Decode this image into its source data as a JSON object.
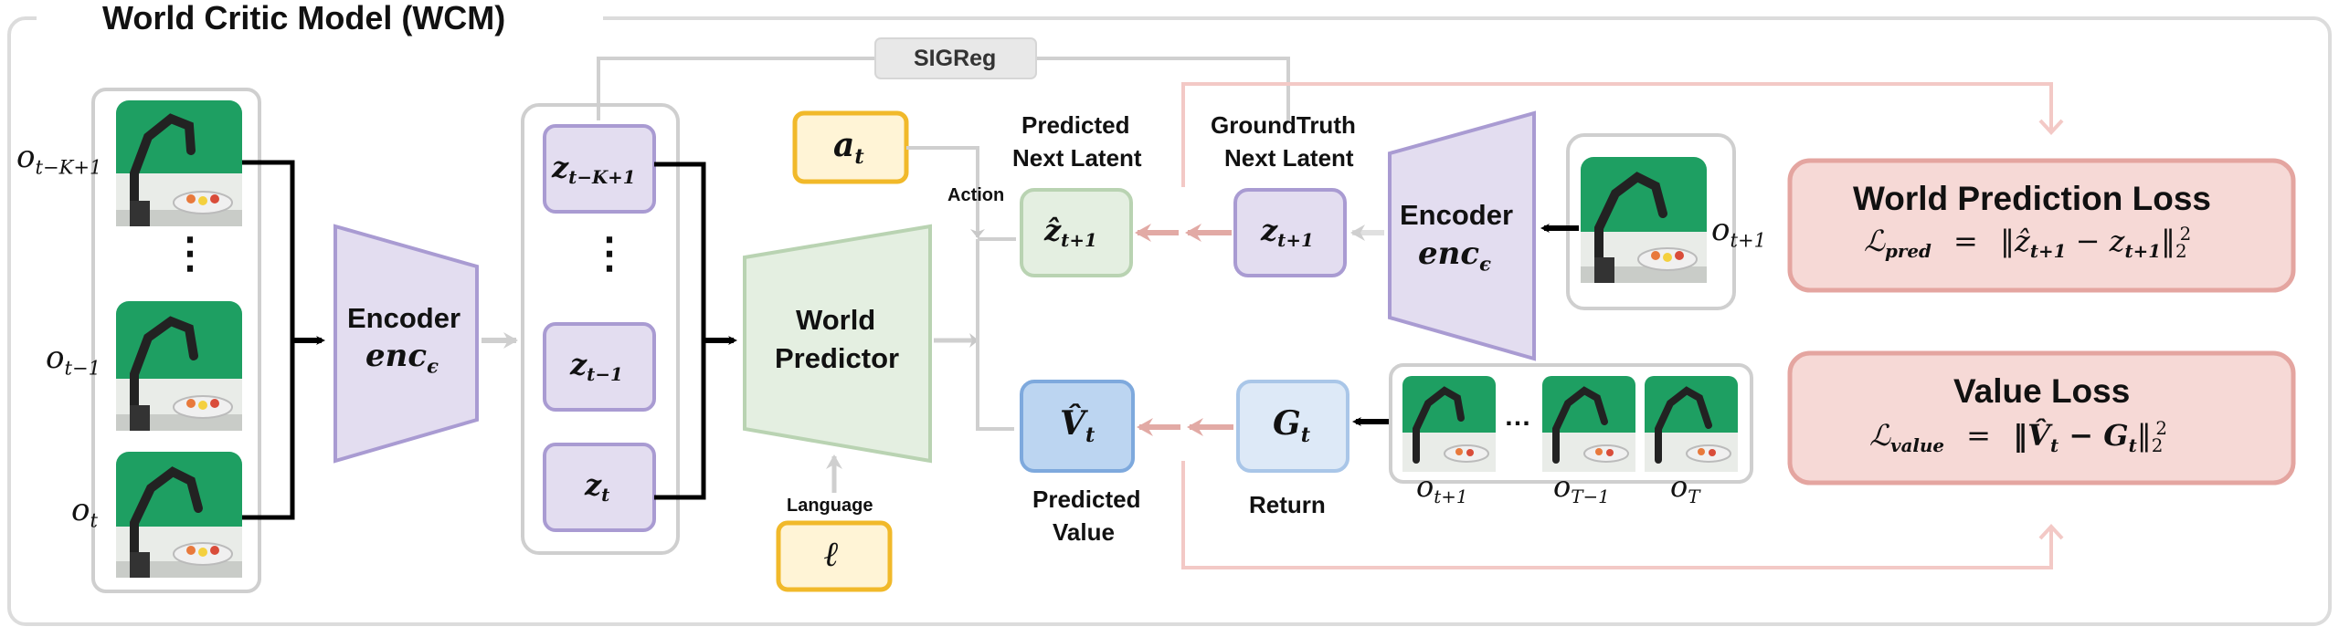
{
  "title": "World Critic Model (WCM)",
  "sigreg": "SIGReg",
  "inputs": {
    "o_top": "o",
    "o_top_sub": "t−K+1",
    "o_mid": "o",
    "o_mid_sub": "t−1",
    "o_bot": "o",
    "o_bot_sub": "t",
    "dots": "⋮"
  },
  "encoder_left": {
    "label": "Encoder",
    "sym": "enc",
    "sym_sub": "ϵ"
  },
  "latents": {
    "z_top": "z",
    "z_top_sub": "t−K+1",
    "z_mid": "z",
    "z_mid_sub": "t−1",
    "z_bot": "z",
    "z_bot_sub": "t",
    "dots": "⋮"
  },
  "action": {
    "sym": "a",
    "sub": "t",
    "label": "Action"
  },
  "language": {
    "sym": "ℓ",
    "label": "Language"
  },
  "predictor": {
    "line1": "World",
    "line2": "Predictor"
  },
  "pred_latent": {
    "caption1": "Predicted",
    "caption2": "Next Latent",
    "sym": "ẑ",
    "sub": "t+1"
  },
  "gt_latent": {
    "caption1": "GroundTruth",
    "caption2": "Next Latent",
    "sym": "z",
    "sub": "t+1"
  },
  "encoder_right": {
    "label": "Encoder",
    "sym": "enc",
    "sym_sub": "ϵ"
  },
  "obs_next": {
    "sym": "o",
    "sub": "t+1"
  },
  "pred_value": {
    "caption1": "Predicted",
    "caption2": "Value",
    "sym": "V̂",
    "sub": "t"
  },
  "return": {
    "caption": "Return",
    "sym": "G",
    "sub": "t"
  },
  "traj": {
    "l1": "o",
    "l1_sub": "t+1",
    "l2": "o",
    "l2_sub": "T−1",
    "l3": "o",
    "l3_sub": "T",
    "ellipsis": "…"
  },
  "loss_pred": {
    "title": "World Prediction Loss",
    "L": "ℒ",
    "L_sub": "pred",
    "eq": "=",
    "body": "‖ẑ",
    "body_sub": "t+1",
    "minus": " − z",
    "z_sub": "t+1",
    "close": "‖",
    "pow": "2",
    "norm_sub": "2"
  },
  "loss_value": {
    "title": "Value Loss",
    "L": "ℒ",
    "L_sub": "value",
    "eq": "=",
    "body": "‖V̂",
    "body_sub": "t",
    "minus": " − G",
    "g_sub": "t",
    "close": "‖",
    "pow": "2",
    "norm_sub": "2"
  },
  "colors": {
    "purple_fill": "#e3ddf0",
    "purple_stroke": "#a99bd2",
    "green_fill": "#e4efe1",
    "green_stroke": "#b9d3b2",
    "blue_fill": "#bcd5f1",
    "blue_stroke": "#7ea9dd",
    "lightblue_fill": "#dde9f7",
    "lightblue_stroke": "#a9c6e8",
    "yellow_fill": "#fff4d6",
    "yellow_stroke": "#f1b92a",
    "pink_fill": "#f6d9d6",
    "pink_stroke": "#e4a5a0",
    "pink_line": "#f3c9c6",
    "gray_line": "#cdcdcd"
  }
}
